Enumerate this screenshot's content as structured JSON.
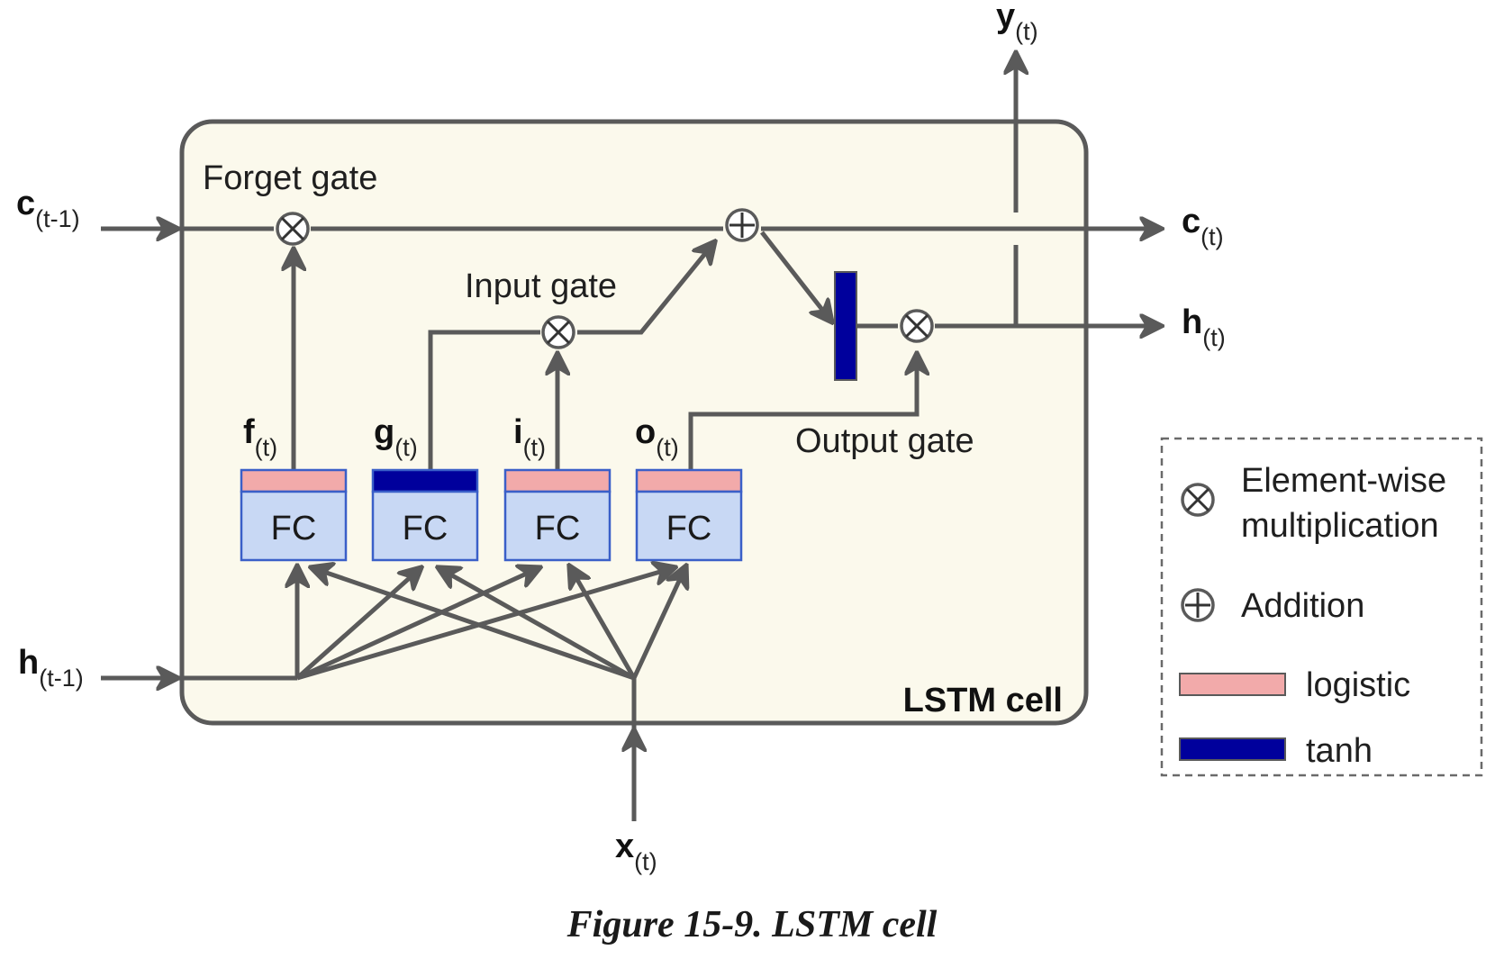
{
  "diagram": {
    "cell_label": "LSTM cell",
    "gates": {
      "forget": "Forget gate",
      "input": "Input gate",
      "output": "Output gate"
    },
    "fc_label": "FC",
    "inputs": {
      "c_prev": {
        "main": "c",
        "sub": "(t-1)"
      },
      "h_prev": {
        "main": "h",
        "sub": "(t-1)"
      },
      "x": {
        "main": "x",
        "sub": "(t)"
      }
    },
    "outputs": {
      "c": {
        "main": "c",
        "sub": "(t)"
      },
      "h": {
        "main": "h",
        "sub": "(t)"
      },
      "y": {
        "main": "y",
        "sub": "(t)"
      }
    },
    "gate_vars": {
      "f": {
        "main": "f",
        "sub": "(t)"
      },
      "g": {
        "main": "g",
        "sub": "(t)"
      },
      "i": {
        "main": "i",
        "sub": "(t)"
      },
      "o": {
        "main": "o",
        "sub": "(t)"
      }
    }
  },
  "legend": {
    "multiply_line1": "Element-wise",
    "multiply_line2": "multiplication",
    "addition": "Addition",
    "logistic": "logistic",
    "tanh": "tanh"
  },
  "caption": "Figure 15-9. LSTM cell",
  "colors": {
    "cell_fill": "#fbf9ec",
    "fc_fill": "#c8d8f4",
    "fc_border": "#3a5fc8",
    "logistic": "#f2aaaa",
    "tanh": "#00009c",
    "wire": "#5a5a5a"
  }
}
